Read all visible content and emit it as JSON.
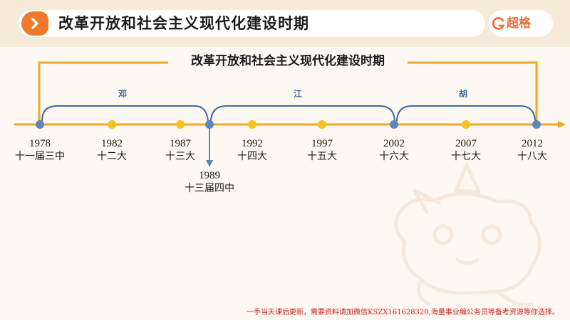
{
  "header": {
    "title": "改革开放和社会主义现代化建设时期",
    "logo_text": "超格",
    "accent_color": "#f0792b",
    "logo_color": "#ef6a2e"
  },
  "diagram": {
    "title": "改革开放和社会主义现代化建设时期",
    "line_color": "#f5a623",
    "dot_color": "#f7c21c",
    "highlight_dot_color": "#5b86bf",
    "brace_color": "#3f6aa3",
    "eras": [
      {
        "label": "邓"
      },
      {
        "label": "江"
      },
      {
        "label": "胡"
      }
    ],
    "ticks": [
      {
        "year": "1978",
        "event": "十一届三中"
      },
      {
        "year": "1982",
        "event": "十二大"
      },
      {
        "year": "1987",
        "event": "十三大"
      },
      {
        "year": "1992",
        "event": "十四大"
      },
      {
        "year": "1997",
        "event": "十五大"
      },
      {
        "year": "2002",
        "event": "十六大"
      },
      {
        "year": "2007",
        "event": "十七大"
      },
      {
        "year": "2012",
        "event": "十八大"
      }
    ],
    "branch": {
      "year": "1989",
      "event": "十三届四中"
    }
  },
  "watermark": {
    "icon": "mascot-watermark-icon"
  },
  "footer": {
    "note": "一手当天课后更新，需要资料请加微信KSZX161628320,海量事业编公务员等备考资源等你选择。",
    "color": "#c81e1e"
  }
}
